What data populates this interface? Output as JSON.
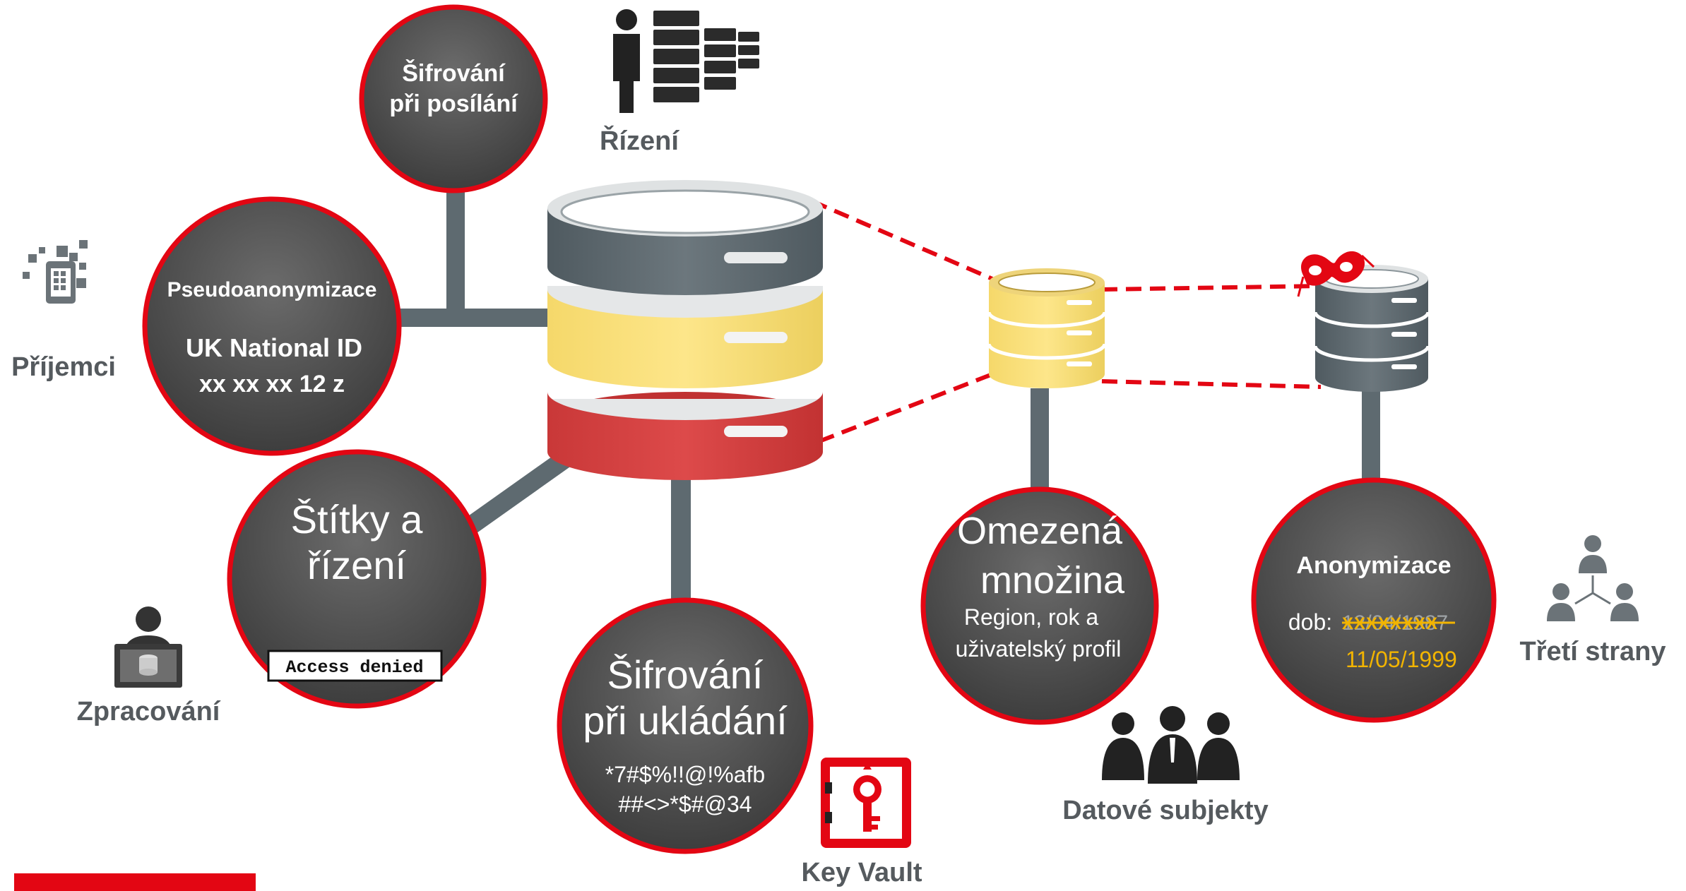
{
  "colors": {
    "accent_red": "#e30613",
    "circle_fill": "#4a4a4a",
    "connector": "#5e6a70",
    "db_gray": "#5f6a70",
    "db_yellow": "#fde68a",
    "db_red": "#d94343",
    "caption_gray": "#555a5e",
    "highlight_yellow": "#f2b400"
  },
  "circles": {
    "encryption_in_transit": [
      "Šifrování",
      "při posílání"
    ],
    "pseudonymization": {
      "title": "Pseudoanonymizace",
      "line1": "UK National ID",
      "line2": "xx xx xx 12 z"
    },
    "labels_control": {
      "title": [
        "Štítky a",
        "řízení"
      ],
      "badge": "Access denied"
    },
    "encryption_at_rest": {
      "title": [
        "Šifrování",
        "při ukládání"
      ],
      "cipher": [
        "*7#$%!!@!%afb",
        "##<>*$#@34"
      ]
    },
    "limited_set": {
      "title": [
        "Omezená",
        "množina"
      ],
      "detail": [
        "Region, rok a",
        "uživatelský profil"
      ]
    },
    "anonymization": {
      "title": "Anonymizace",
      "dob_label": "dob:",
      "dob_original": "12/04/1987",
      "dob_mask": "XXXXXXXX",
      "dob_new": "11/05/1999"
    }
  },
  "captions": {
    "control": "Řízení",
    "recipients": "Příjemci",
    "processing": "Zpracování",
    "key_vault": "Key Vault",
    "data_subjects": "Datové subjekty",
    "third_parties": "Třetí strany"
  },
  "icons": {
    "control": "person-server-icon",
    "recipients": "tablet-icon",
    "processing": "user-database-icon",
    "key_vault": "key-vault-icon",
    "data_subjects": "people-group-icon",
    "third_parties": "people-network-icon",
    "mask": "mask-icon"
  }
}
